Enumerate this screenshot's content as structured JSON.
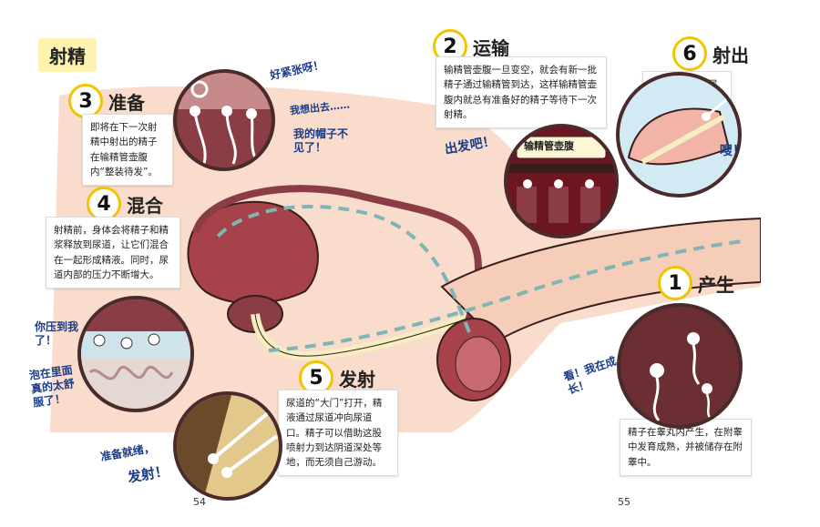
{
  "page": {
    "title": "射精",
    "page_left": "54",
    "page_right": "55"
  },
  "steps": [
    {
      "num": "1",
      "title": "产生",
      "text": "精子在睾丸内产生，在附睾中发育成熟，并被储存在附睾中。"
    },
    {
      "num": "2",
      "title": "运输",
      "text": "输精管壶腹一旦变空，就会有新一批精子通过输精管到达，这样输精管壶腹内就总有准备好的精子等待下一次射精。"
    },
    {
      "num": "3",
      "title": "准备",
      "text": "即将在下一次射精中射出的精子在输精管壶腹内“整装待发”。"
    },
    {
      "num": "4",
      "title": "混合",
      "text": "射精前，身体会将精子和精浆释放到尿道，让它们混合在一起形成精液。同时，尿道内部的压力不断增大。"
    },
    {
      "num": "5",
      "title": "发射",
      "text": "尿道的“大门”打开，精液通过尿道冲向尿道口。精子可以借助这股喷射力到达阴道深处等地，而无须自己游动。"
    },
    {
      "num": "6",
      "title": "射出",
      "text": "精液从阴茎的尿道口射出。"
    }
  ],
  "speech": {
    "s_nervous": "好紧张呀！",
    "s_going": "我想出去……",
    "s_hat": "我的帽子不见了！",
    "s_depart": "出发吧！",
    "s_whoosh": "嗖！",
    "s_growing": "看！我在成长！",
    "s_squeeze": "你压到我了！",
    "s_bath": "泡在里面真的太舒服了！",
    "s_ready": "准备就绪，",
    "s_fire": "发射！",
    "sign": "输精管壶腹"
  },
  "colors": {
    "skin": "#f9dccb",
    "organ": "#a8424a",
    "duct": "#8a3d44",
    "urethra": "#f4eec0",
    "arrow": "#7fb6b3",
    "number_ring": "#f2c400",
    "handwrite": "#1a3c88"
  }
}
